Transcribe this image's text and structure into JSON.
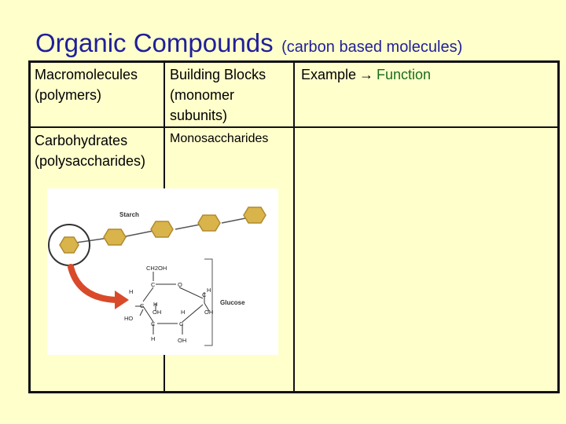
{
  "title": {
    "main": "Organic Compounds",
    "sub": "(carbon based molecules)"
  },
  "table": {
    "headers": {
      "col1_line1": "Macromolecules",
      "col1_line2": "(polymers)",
      "col2_line1": "Building Blocks",
      "col2_line2": "(monomer",
      "col2_line3": "subunits)",
      "col3_a": "Example",
      "col3_arrow": "→",
      "col3_b": "Function"
    },
    "row1": {
      "col1_line1": "Carbohydrates",
      "col1_line2": "(polysaccharides)",
      "col2": "Monosaccharides"
    }
  },
  "diagram": {
    "starch_label": "Starch",
    "glucose_label": "Glucose",
    "atoms": {
      "ch2oh": "CH2OH",
      "c": "C",
      "o": "O",
      "h": "H",
      "oh": "OH",
      "ho": "HO"
    }
  },
  "colors": {
    "background": "#ffffcc",
    "title": "#1f1f99",
    "function_text": "#1a6e1a",
    "hexagon": "#d9b44a",
    "arrow": "#d94a2a"
  }
}
